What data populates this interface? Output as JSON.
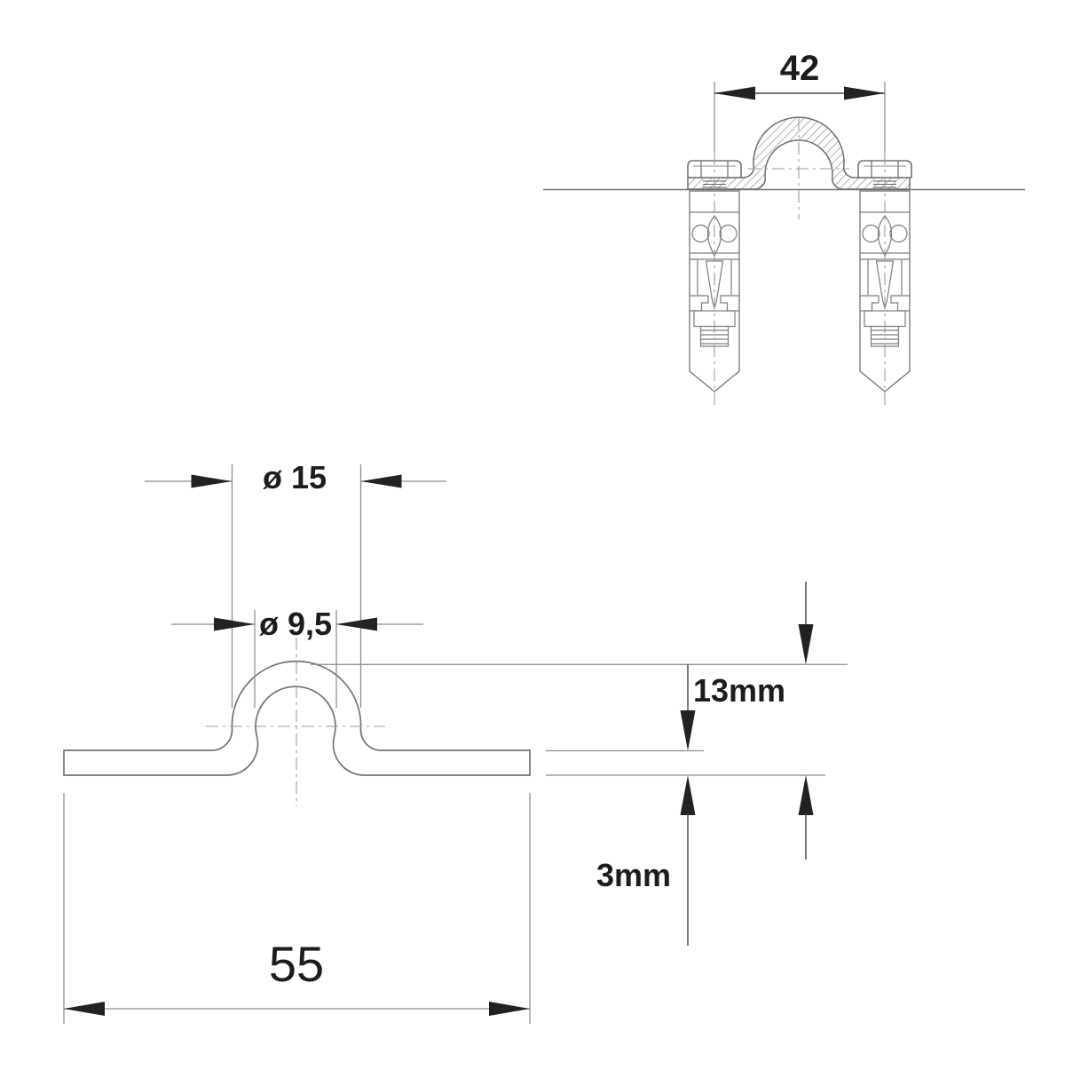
{
  "colors": {
    "background": "#ffffff",
    "outline_gray": "#737373",
    "dimension_gray": "#8c8c8c",
    "arrow_and_text": "#1c1c1c"
  },
  "installed_view": {
    "anchor_spacing_label": "42"
  },
  "profile_view": {
    "outer_diameter_label": "ø 15",
    "inner_diameter_label": "ø 9,5",
    "arch_height_label": "13mm",
    "thickness_label": "3mm",
    "base_length_label": "55"
  }
}
